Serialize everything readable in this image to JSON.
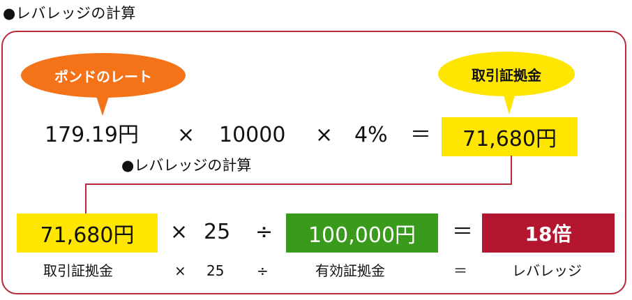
{
  "title": "●レバレッジの計算",
  "subtitle": "●レバレッジの計算",
  "bubbles": {
    "pound_rate_label": "ポンドのレート",
    "margin_label": "取引証拠金"
  },
  "formula1": {
    "rate": "179.19円",
    "op_multiply_1": "×",
    "units": "10000",
    "op_multiply_2": "×",
    "percent": "4%",
    "op_equals": "＝",
    "result": "71,680円"
  },
  "formula2": {
    "margin_value": "71,680円",
    "op_multiply": "×",
    "leverage": "25",
    "op_divide": "÷",
    "effective_margin_value": "100,000円",
    "op_equals": "＝",
    "result": "18倍"
  },
  "formula2_labels": {
    "margin": "取引証拠金",
    "op_multiply": "×",
    "leverage": "25",
    "op_divide": "÷",
    "effective_margin": "有効証拠金",
    "op_equals": "＝",
    "result": "レバレッジ"
  },
  "colors": {
    "frame": "#b8283c",
    "orange": "#f47318",
    "yellow": "#ffe600",
    "green": "#3a9a1c",
    "red": "#b5162f"
  }
}
